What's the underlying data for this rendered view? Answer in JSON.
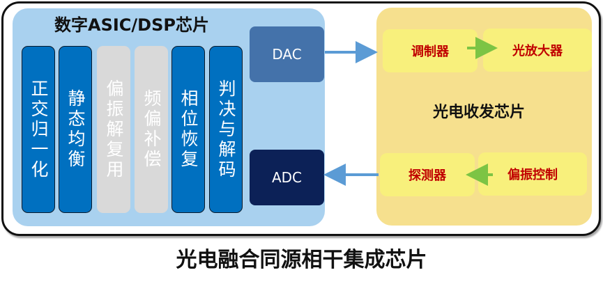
{
  "diagram": {
    "title": "光电融合同源相干集成芯片",
    "dsp_chip": {
      "title": "数字ASIC/DSP芯片",
      "modules": [
        {
          "label": "正交归一化",
          "state": "active"
        },
        {
          "label": "静态均衡",
          "state": "active"
        },
        {
          "label": "偏振解复用",
          "state": "inactive"
        },
        {
          "label": "频偏补偿",
          "state": "inactive"
        },
        {
          "label": "相位恢复",
          "state": "active"
        },
        {
          "label": "判决与解码",
          "state": "active"
        }
      ],
      "dac_label": "DAC",
      "adc_label": "ADC"
    },
    "optical_chip": {
      "title": "光电收发芯片",
      "tx_chain": [
        "调制器",
        "光放大器"
      ],
      "rx_chain": [
        "探测器",
        "偏振控制"
      ]
    },
    "connections": [
      {
        "from": "DAC",
        "to": "调制器"
      },
      {
        "from": "调制器",
        "to": "光放大器"
      },
      {
        "from": "偏振控制",
        "to": "探测器"
      },
      {
        "from": "探测器",
        "to": "ADC"
      }
    ],
    "colors": {
      "dsp_panel": "#a9d1ef",
      "active_module": "#0070c0",
      "inactive_module": "#d9d9d9",
      "dac": "#4472aa",
      "adc": "#0c2157",
      "optical_panel": "#f6e08e",
      "optical_block": "#f8f07c",
      "optical_text": "#c00000",
      "electrical_arrow": "#5b9bd5",
      "optical_arrow": "#7cc444"
    }
  }
}
